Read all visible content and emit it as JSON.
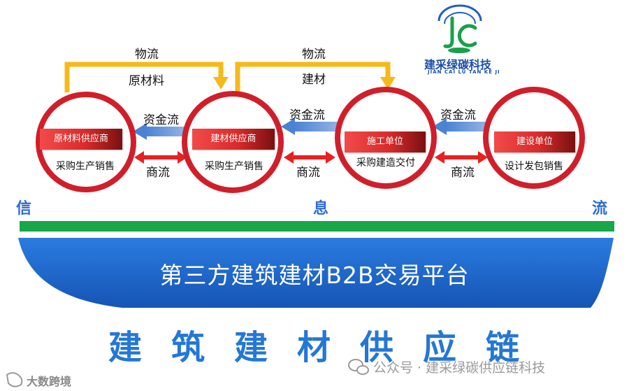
{
  "nodes": [
    {
      "id": "raw",
      "title": "原材料供应商",
      "subtitle": "采购生产销售"
    },
    {
      "id": "material",
      "title": "建材供应商",
      "subtitle": "采购生产销售"
    },
    {
      "id": "construction",
      "title": "施工单位",
      "subtitle": "采购建造交付"
    },
    {
      "id": "developer",
      "title": "建设单位",
      "subtitle": "设计发包销售"
    }
  ],
  "logistics": [
    {
      "line1": "物流",
      "line2": "原材料"
    },
    {
      "line1": "物流",
      "line2": "建材"
    }
  ],
  "capital_flow_label": "资金流",
  "business_flow_label": "商流",
  "info_flow": [
    "信",
    "息",
    "流"
  ],
  "platform": "第三方建筑建材B2B交易平台",
  "chain_title": "建筑建材供应链",
  "brand": {
    "name": "建采绿碳科技",
    "pinyin": "JIAN CAI LU TAN KE JI"
  },
  "wechat": "公众号 · 建采绿碳供应链科技",
  "watermark": "大数跨境",
  "colors": {
    "ring": "#d01f2a",
    "flow_arrow": "#f5b91a",
    "capital_arrow": "#5b8fd6",
    "business_arrow": "#e82020",
    "bar": "#1aa64b",
    "platform": "#1b64c8"
  }
}
